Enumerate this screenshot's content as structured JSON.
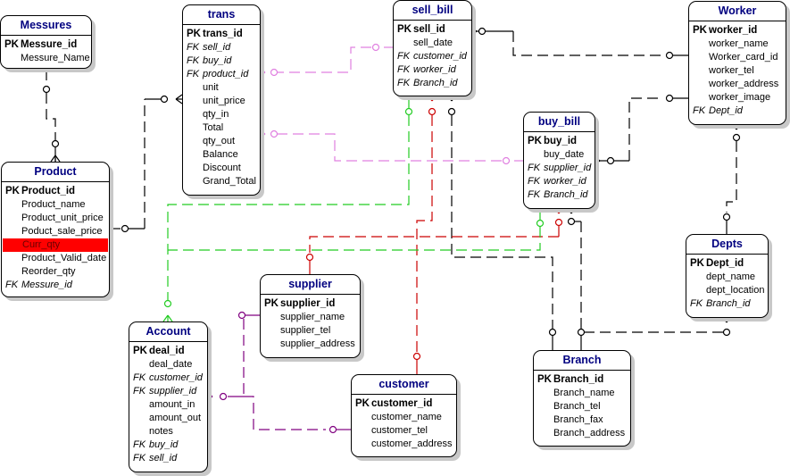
{
  "diagram": {
    "type": "entity-relationship",
    "highlight_color": "#ff0000",
    "title_color": "#000080",
    "line_colors": {
      "black": "#000000",
      "green": "#22cc22",
      "red": "#cc0000",
      "pink": "#e080e0",
      "purple": "#800080"
    }
  },
  "entities": {
    "messures": {
      "title": "Messures",
      "fields": [
        {
          "key": "PK",
          "name": "Messure_id"
        },
        {
          "key": "",
          "name": "Messure_Name"
        }
      ]
    },
    "product": {
      "title": "Product",
      "fields": [
        {
          "key": "PK",
          "name": "Product_id"
        },
        {
          "key": "",
          "name": "Product_name"
        },
        {
          "key": "",
          "name": "Product_unit_price"
        },
        {
          "key": "",
          "name": "Poduct_sale_price"
        },
        {
          "key": "",
          "name": "Curr_qty",
          "highlighted": true
        },
        {
          "key": "",
          "name": "Product_Valid_date"
        },
        {
          "key": "",
          "name": "Reorder_qty"
        },
        {
          "key": "FK",
          "name": "Messure_id"
        }
      ]
    },
    "trans": {
      "title": "trans",
      "fields": [
        {
          "key": "PK",
          "name": "trans_id"
        },
        {
          "key": "FK",
          "name": "sell_id"
        },
        {
          "key": "FK",
          "name": "buy_id"
        },
        {
          "key": "FK",
          "name": "product_id"
        },
        {
          "key": "",
          "name": "unit"
        },
        {
          "key": "",
          "name": "unit_price"
        },
        {
          "key": "",
          "name": "qty_in"
        },
        {
          "key": "",
          "name": "Total"
        },
        {
          "key": "",
          "name": "qty_out"
        },
        {
          "key": "",
          "name": "Balance"
        },
        {
          "key": "",
          "name": "Discount"
        },
        {
          "key": "",
          "name": "Grand_Total"
        }
      ]
    },
    "sell_bill": {
      "title": "sell_bill",
      "fields": [
        {
          "key": "PK",
          "name": "sell_id"
        },
        {
          "key": "",
          "name": "sell_date"
        },
        {
          "key": "FK",
          "name": "customer_id"
        },
        {
          "key": "FK",
          "name": "worker_id"
        },
        {
          "key": "FK",
          "name": "Branch_id"
        }
      ]
    },
    "worker": {
      "title": "Worker",
      "fields": [
        {
          "key": "PK",
          "name": "worker_id"
        },
        {
          "key": "",
          "name": "worker_name"
        },
        {
          "key": "",
          "name": "Worker_card_id"
        },
        {
          "key": "",
          "name": "worker_tel"
        },
        {
          "key": "",
          "name": "worker_address"
        },
        {
          "key": "",
          "name": "worker_image"
        },
        {
          "key": "FK",
          "name": "Dept_id"
        }
      ]
    },
    "buy_bill": {
      "title": "buy_bill",
      "fields": [
        {
          "key": "PK",
          "name": "buy_id"
        },
        {
          "key": "",
          "name": "buy_date"
        },
        {
          "key": "FK",
          "name": "supplier_id"
        },
        {
          "key": "FK",
          "name": "worker_id"
        },
        {
          "key": "FK",
          "name": "Branch_id"
        }
      ]
    },
    "depts": {
      "title": "Depts",
      "fields": [
        {
          "key": "PK",
          "name": "Dept_id"
        },
        {
          "key": "",
          "name": "dept_name"
        },
        {
          "key": "",
          "name": "dept_location"
        },
        {
          "key": "FK",
          "name": "Branch_id"
        }
      ]
    },
    "supplier": {
      "title": "supplier",
      "fields": [
        {
          "key": "PK",
          "name": "supplier_id"
        },
        {
          "key": "",
          "name": "supplier_name"
        },
        {
          "key": "",
          "name": "supplier_tel"
        },
        {
          "key": "",
          "name": "supplier_address"
        }
      ]
    },
    "account": {
      "title": "Account",
      "fields": [
        {
          "key": "PK",
          "name": "deal_id"
        },
        {
          "key": "",
          "name": "deal_date"
        },
        {
          "key": "FK",
          "name": "customer_id"
        },
        {
          "key": "FK",
          "name": "supplier_id"
        },
        {
          "key": "",
          "name": "amount_in"
        },
        {
          "key": "",
          "name": "amount_out"
        },
        {
          "key": "",
          "name": "notes"
        },
        {
          "key": "FK",
          "name": "buy_id"
        },
        {
          "key": "FK",
          "name": "sell_id"
        }
      ]
    },
    "customer": {
      "title": "customer",
      "fields": [
        {
          "key": "PK",
          "name": "customer_id"
        },
        {
          "key": "",
          "name": "customer_name"
        },
        {
          "key": "",
          "name": "customer_tel"
        },
        {
          "key": "",
          "name": "customer_address"
        }
      ]
    },
    "branch": {
      "title": "Branch",
      "fields": [
        {
          "key": "PK",
          "name": "Branch_id"
        },
        {
          "key": "",
          "name": "Branch_name"
        },
        {
          "key": "",
          "name": "Branch_tel"
        },
        {
          "key": "",
          "name": "Branch_fax"
        },
        {
          "key": "",
          "name": "Branch_address"
        }
      ]
    }
  },
  "relationships": [
    {
      "parent": "Messures",
      "child": "Product",
      "color": "black"
    },
    {
      "parent": "Product",
      "child": "trans",
      "color": "black"
    },
    {
      "parent": "sell_bill",
      "child": "trans",
      "color": "pink"
    },
    {
      "parent": "buy_bill",
      "child": "trans",
      "color": "pink"
    },
    {
      "parent": "Worker",
      "child": "sell_bill",
      "color": "black"
    },
    {
      "parent": "Worker",
      "child": "buy_bill",
      "color": "black"
    },
    {
      "parent": "Depts",
      "child": "Worker",
      "color": "black"
    },
    {
      "parent": "Branch",
      "child": "Depts",
      "color": "black"
    },
    {
      "parent": "Branch",
      "child": "sell_bill",
      "color": "black"
    },
    {
      "parent": "Branch",
      "child": "buy_bill",
      "color": "black"
    },
    {
      "parent": "customer",
      "child": "sell_bill",
      "color": "red"
    },
    {
      "parent": "supplier",
      "child": "buy_bill",
      "color": "red"
    },
    {
      "parent": "sell_bill",
      "child": "Account",
      "color": "green"
    },
    {
      "parent": "buy_bill",
      "child": "Account",
      "color": "green"
    },
    {
      "parent": "supplier",
      "child": "Account",
      "color": "purple"
    },
    {
      "parent": "customer",
      "child": "Account",
      "color": "purple"
    }
  ]
}
